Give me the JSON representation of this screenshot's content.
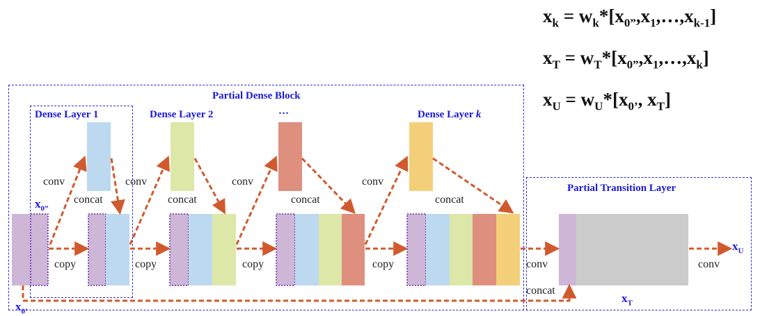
{
  "equations": [
    {
      "lhs": "x",
      "lhs_sub": "k",
      "mid": " = w",
      "mid_sub": "k",
      "rhs_pre": "*[x",
      "rhs_sub1": "0”",
      "rhs_rest": ",x",
      "rhs_sub2": "1",
      "rhs_tail": ",…,x",
      "rhs_sub3": "k-1",
      "close": "]"
    },
    {
      "lhs": "x",
      "lhs_sub": "T",
      "mid": " = w",
      "mid_sub": "T",
      "rhs_pre": "*[x",
      "rhs_sub1": "0”",
      "rhs_rest": ",x",
      "rhs_sub2": "1",
      "rhs_tail": ",…,x",
      "rhs_sub3": "k",
      "close": "]"
    },
    {
      "lhs": "x",
      "lhs_sub": "U",
      "mid": " = w",
      "mid_sub": "U",
      "rhs_pre": "*[x",
      "rhs_sub1": "0’",
      "rhs_rest": ", x",
      "rhs_sub2": "T",
      "rhs_tail": "",
      "rhs_sub3": "",
      "close": "]"
    }
  ],
  "partial_dense_block": {
    "title": "Partial Dense Block"
  },
  "partial_transition_layer": {
    "title": "Partial Transition Layer"
  },
  "dense_layers": [
    {
      "title": "Dense Layer 1"
    },
    {
      "title": "Dense Layer 2"
    },
    {
      "title": "…"
    },
    {
      "title": "Dense Layer ",
      "title_italic": "k"
    }
  ],
  "labels": {
    "conv": "conv",
    "concat": "concat",
    "copy": "copy"
  },
  "variables": {
    "x0_double": {
      "base": "x",
      "sub": "0”"
    },
    "x0_single": {
      "base": "x",
      "sub": "0’"
    },
    "xT": {
      "base": "x",
      "sub": "T"
    },
    "xU": {
      "base": "x",
      "sub": "U"
    }
  },
  "colors": {
    "purple": "#cdb6d6",
    "blue": "#bcd9ef",
    "green": "#dde7a7",
    "red": "#de8f7e",
    "yellow": "#f4cf7a",
    "gray": "#cbcbcb",
    "arrow": "#d05a2e",
    "frame": "#2a2ae0"
  }
}
